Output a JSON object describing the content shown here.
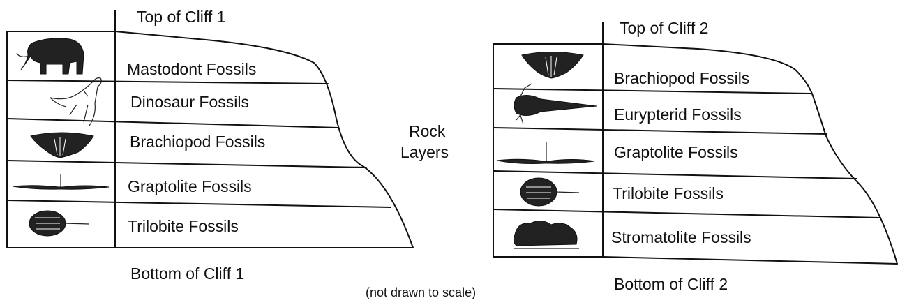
{
  "cliff1": {
    "top_label": "Top of Cliff 1",
    "bottom_label": "Bottom of Cliff  1",
    "layers": [
      {
        "label": "Mastodont Fossils",
        "icon": "mastodont-icon"
      },
      {
        "label": "Dinosaur Fossils",
        "icon": "dinosaur-icon"
      },
      {
        "label": "Brachiopod Fossils",
        "icon": "brachiopod-icon"
      },
      {
        "label": "Graptolite Fossils",
        "icon": "graptolite-icon"
      },
      {
        "label": "Trilobite Fossils",
        "icon": "trilobite-icon"
      }
    ]
  },
  "cliff2": {
    "top_label": "Top of Cliff 2",
    "bottom_label": "Bottom of Cliff  2",
    "layers": [
      {
        "label": "Brachiopod Fossils",
        "icon": "brachiopod-icon"
      },
      {
        "label": "Eurypterid Fossils",
        "icon": "eurypterid-icon"
      },
      {
        "label": "Graptolite Fossils",
        "icon": "graptolite-icon"
      },
      {
        "label": "Trilobite Fossils",
        "icon": "trilobite-icon"
      },
      {
        "label": "Stromatolite Fossils",
        "icon": "stromatolite-icon"
      }
    ]
  },
  "center": {
    "rock_line1": "Rock",
    "rock_line2": "Layers",
    "note": "(not drawn to scale)"
  }
}
